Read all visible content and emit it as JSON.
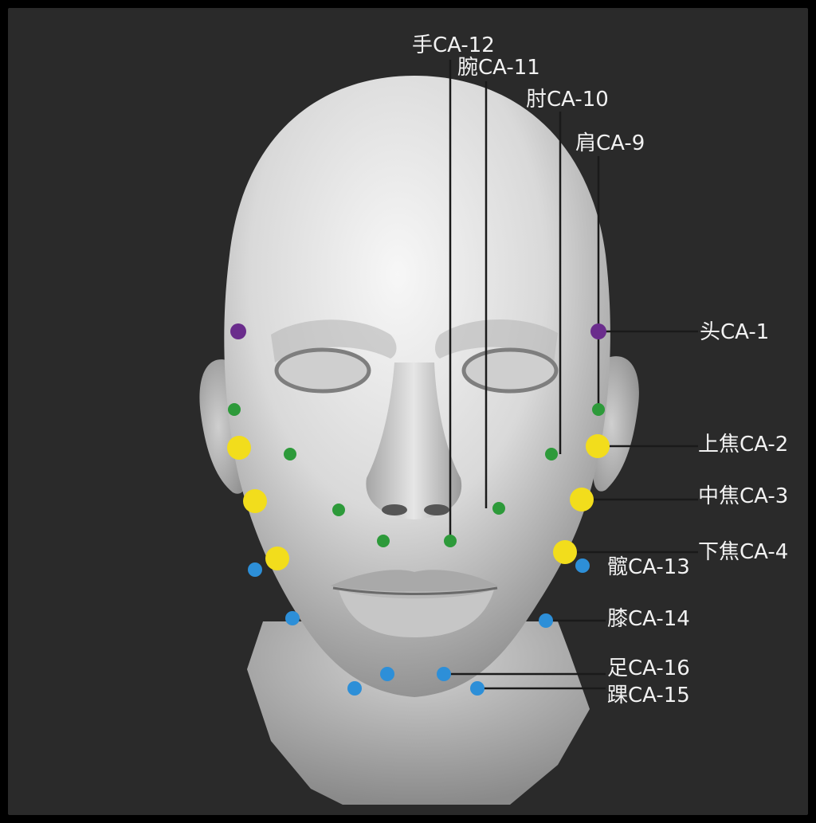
{
  "labels": {
    "ca12": "手CA-12",
    "ca11": "腕CA-11",
    "ca10": "肘CA-10",
    "ca9": "肩CA-9",
    "ca1": "头CA-1",
    "ca2": "上焦CA-2",
    "ca3": "中焦CA-3",
    "ca4": "下焦CA-4",
    "ca13": "髋CA-13",
    "ca14": "膝CA-14",
    "ca16": "足CA-16",
    "ca15": "踝CA-15"
  },
  "colors": {
    "background": "#2a2a2a",
    "head_point": "#6a2c8c",
    "upper_limb_point": "#2d9a3a",
    "sanjiao_point": "#f2dd1c",
    "lower_limb_point": "#2d8fd8",
    "label_text": "#f2f2f2",
    "leader_line": "#1a1a1a"
  }
}
